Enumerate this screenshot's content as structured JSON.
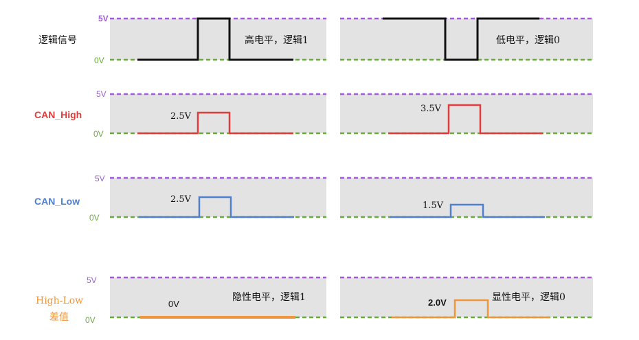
{
  "colors": {
    "five_volt": "#a15bd8",
    "zero_volt": "#6aaa3a",
    "panel_fill": "#e3e3e3",
    "logic": "#111111",
    "can_high": "#e13b3b",
    "can_low": "#4e7fd0",
    "diff": "#f0953a",
    "text": "#111111"
  },
  "rows": [
    {
      "id": "logic",
      "label": "逻辑信号",
      "label_color": "#111111",
      "level_5v": "5V",
      "level_0v": "0V",
      "left": {
        "text": "高电平，逻辑1"
      },
      "right": {
        "text": "低电平，逻辑0"
      }
    },
    {
      "id": "can-high",
      "label": "CAN_High",
      "label_color": "#e13b3b",
      "level_5v": "5V",
      "level_0v": "0V",
      "left": {
        "value_label": "2.5V",
        "level": 2.5
      },
      "right": {
        "value_label": "3.5V",
        "level": 3.5
      }
    },
    {
      "id": "can-low",
      "label": "CAN_Low",
      "label_color": "#4e7fd0",
      "level_5v": "5V",
      "level_0v": "0V",
      "left": {
        "value_label": "2.5V",
        "level": 2.5
      },
      "right": {
        "value_label": "1.5V",
        "level": 1.5
      }
    },
    {
      "id": "diff",
      "label_line1": "High-Low",
      "label_line2": "差值",
      "label_color": "#f0953a",
      "level_5v": "5V",
      "level_0v": "0V",
      "left": {
        "value_label": "0V",
        "text": "隐性电平，逻辑1",
        "level": 0
      },
      "right": {
        "value_label": "2.0V",
        "text": "显性电平，逻辑0",
        "level": 2.0
      }
    }
  ]
}
